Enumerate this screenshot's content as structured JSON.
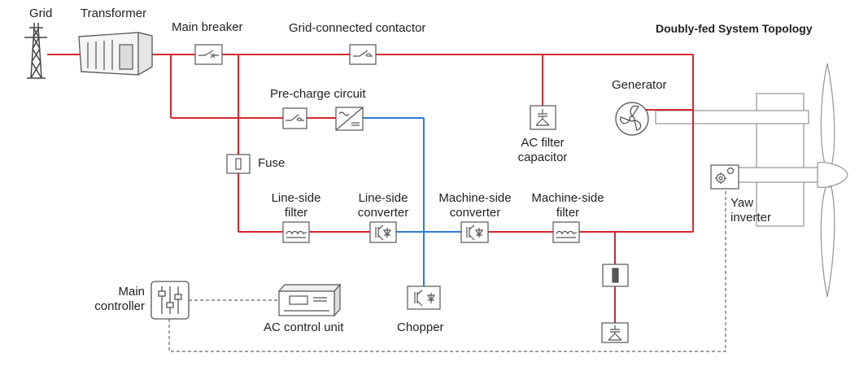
{
  "title": "Doubly-fed System Topology",
  "labels": {
    "grid": "Grid",
    "transformer": "Transformer",
    "main_breaker": "Main breaker",
    "grid_contactor": "Grid-connected contactor",
    "precharge": "Pre-charge circuit",
    "generator": "Generator",
    "ac_filter_line1": "AC filter",
    "ac_filter_line2": "capacitor",
    "fuse": "Fuse",
    "line_filter_line1": "Line-side",
    "line_filter_line2": "filter",
    "line_conv_line1": "Line-side",
    "line_conv_line2": "converter",
    "mach_conv_line1": "Machine-side",
    "mach_conv_line2": "converter",
    "mach_filter_line1": "Machine-side",
    "mach_filter_line2": "filter",
    "yaw_line1": "Yaw",
    "yaw_line2": "inverter",
    "main_ctrl_line1": "Main",
    "main_ctrl_line2": "controller",
    "ac_control_unit": "AC control unit",
    "chopper": "Chopper"
  },
  "colors": {
    "ac_line": "#d7282f",
    "dc_line": "#2b7fd4",
    "signal_line": "#666666",
    "component_stroke": "#555555"
  }
}
